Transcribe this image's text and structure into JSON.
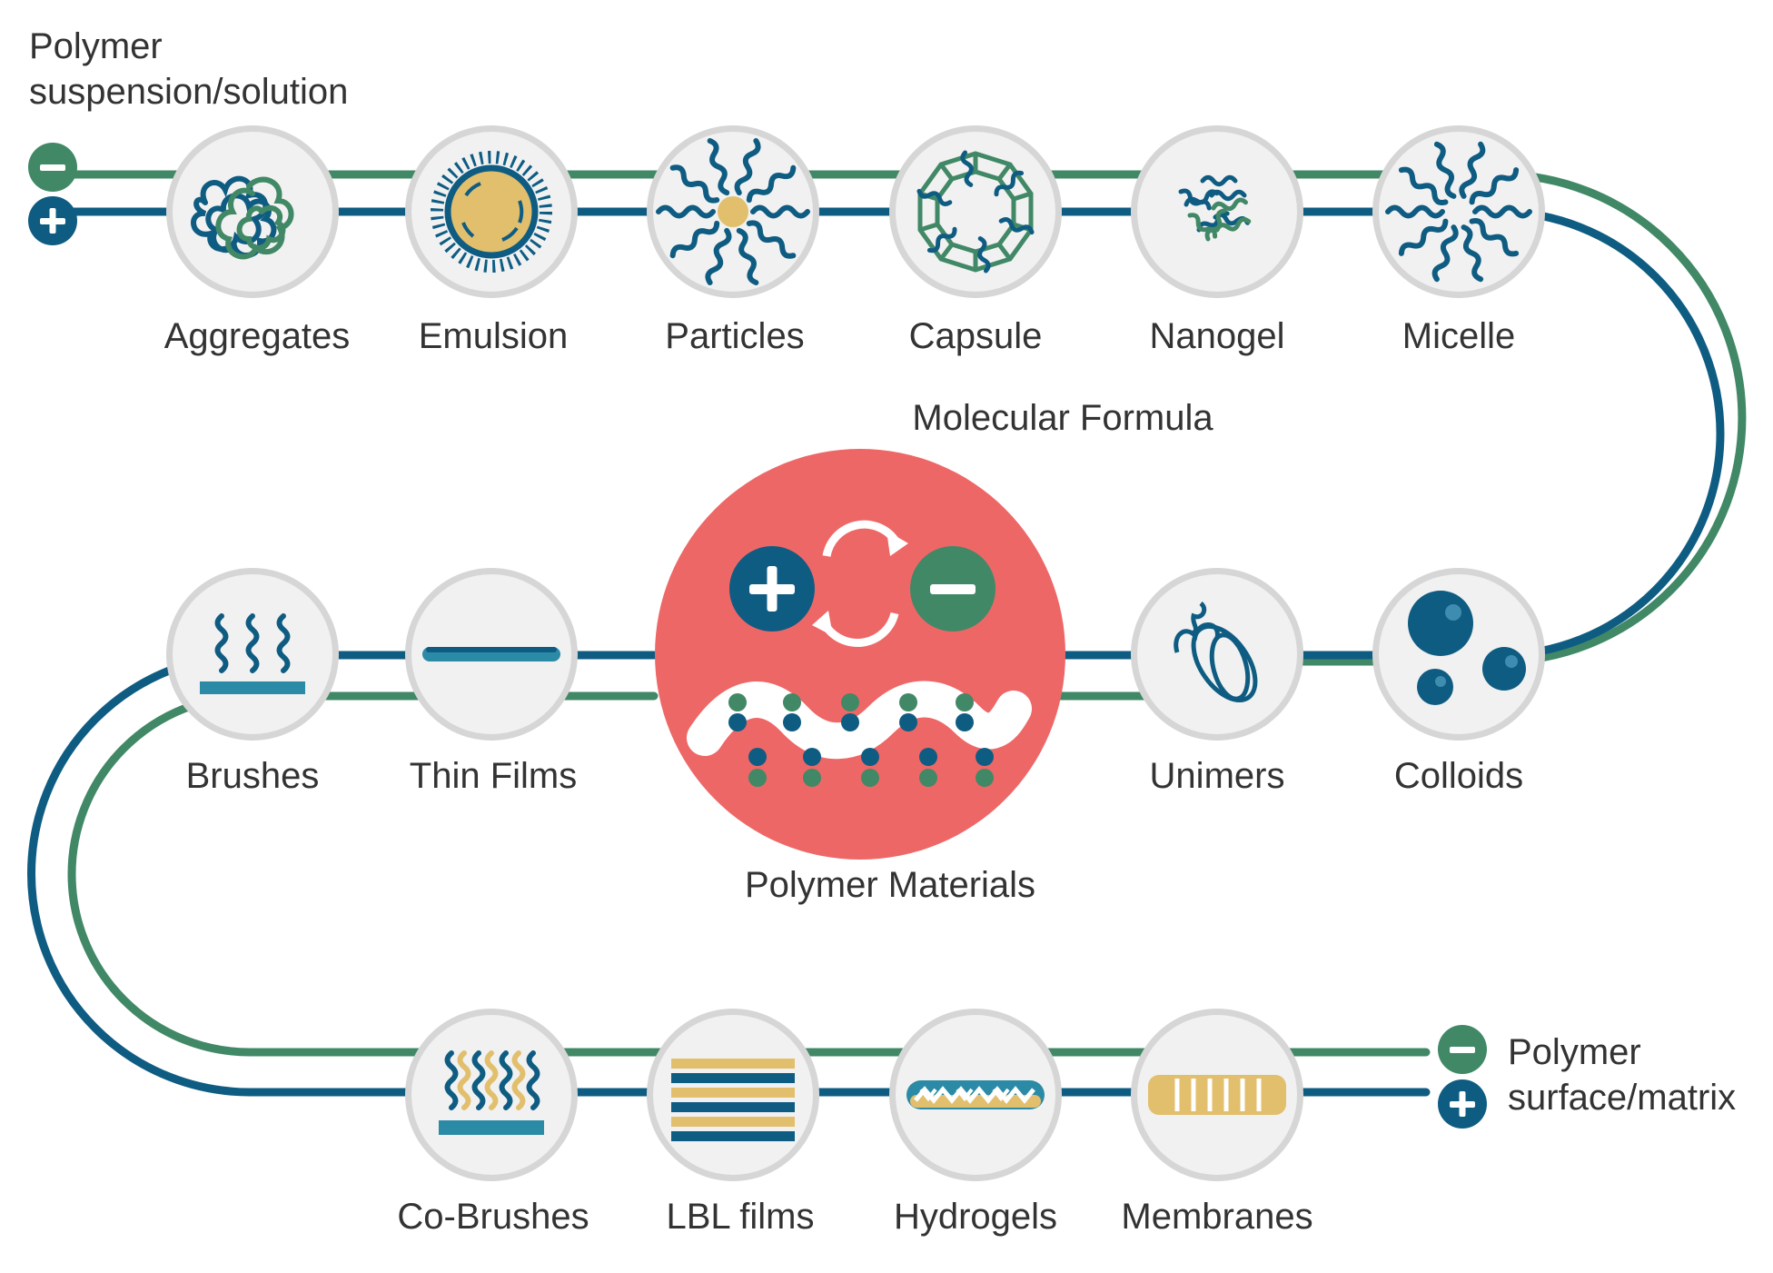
{
  "colors": {
    "green": "#418866",
    "blue": "#0f5c82",
    "coral": "#ee6767",
    "gold": "#e2bf6d",
    "circle_fill": "#f1f1f1",
    "circle_ring": "#d4d4d4",
    "text": "#333333"
  },
  "top_left": {
    "line1": "Polymer",
    "line2": "suspension/solution"
  },
  "bottom_right": {
    "line1": "Polymer",
    "line2": "surface/matrix"
  },
  "center": {
    "top_label": "Molecular Formula",
    "bottom_label": "Polymer Materials"
  },
  "signs": {
    "minus": "−",
    "plus": "+"
  },
  "nodes": {
    "aggregates": {
      "label": "Aggregates",
      "icon": "aggregates-icon"
    },
    "emulsion": {
      "label": "Emulsion",
      "icon": "emulsion-icon"
    },
    "particles": {
      "label": "Particles",
      "icon": "particles-icon"
    },
    "capsule": {
      "label": "Capsule",
      "icon": "capsule-icon"
    },
    "nanogel": {
      "label": "Nanogel",
      "icon": "nanogel-icon"
    },
    "micelle": {
      "label": "Micelle",
      "icon": "micelle-icon"
    },
    "brushes": {
      "label": "Brushes",
      "icon": "brushes-icon"
    },
    "thin_films": {
      "label": "Thin Films",
      "icon": "thin-films-icon"
    },
    "unimers": {
      "label": "Unimers",
      "icon": "unimers-icon"
    },
    "colloids": {
      "label": "Colloids",
      "icon": "colloids-icon"
    },
    "co_brushes": {
      "label": "Co-Brushes",
      "icon": "co-brushes-icon"
    },
    "lbl_films": {
      "label": "LBL films",
      "icon": "lbl-films-icon"
    },
    "hydrogels": {
      "label": "Hydrogels",
      "icon": "hydrogels-icon"
    },
    "membranes": {
      "label": "Membranes",
      "icon": "membranes-icon"
    }
  }
}
